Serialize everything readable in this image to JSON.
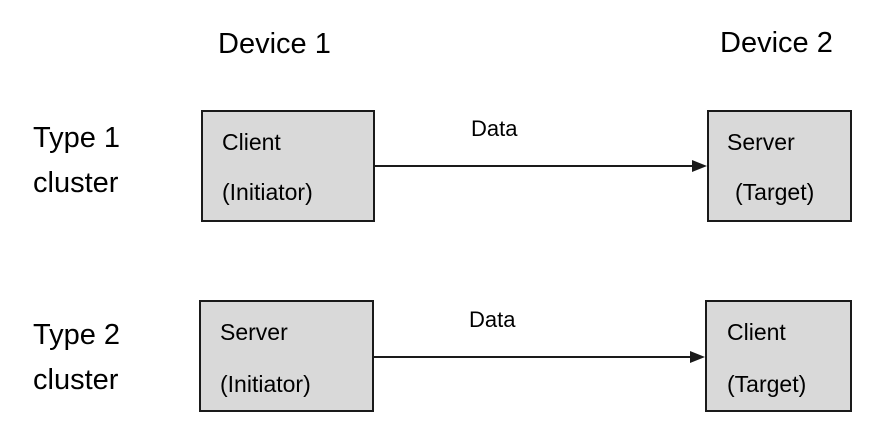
{
  "headers": {
    "device_1": "Device 1",
    "device_2": "Device 2"
  },
  "rows": [
    {
      "label_line1": "Type 1",
      "label_line2": "cluster",
      "left_box": {
        "line1": "Client",
        "line2": "(Initiator)"
      },
      "right_box": {
        "line1": "Server",
        "line2": "(Target)"
      },
      "edge_label": "Data"
    },
    {
      "label_line1": "Type 2",
      "label_line2": "cluster",
      "left_box": {
        "line1": "Server",
        "line2": "(Initiator)"
      },
      "right_box": {
        "line1": "Client",
        "line2": "(Target)"
      },
      "edge_label": "Data"
    }
  ],
  "colors": {
    "box_fill": "#d9d9d9",
    "stroke": "#1a1a1a",
    "text": "#000000"
  }
}
